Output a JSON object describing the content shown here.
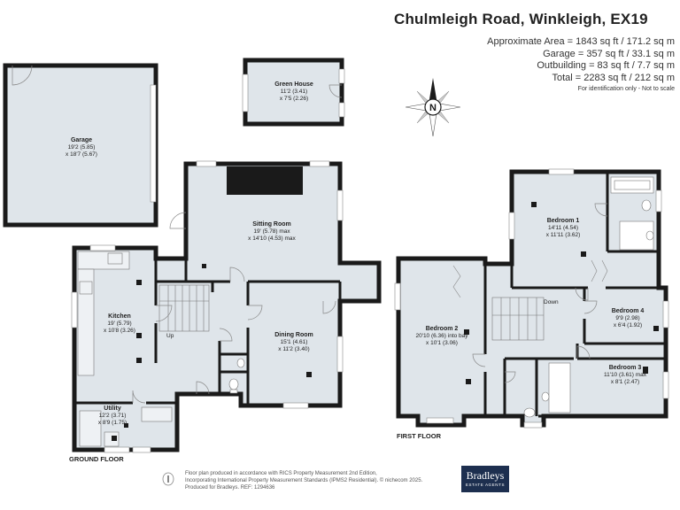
{
  "header": {
    "title": "Chulmleigh Road, Winkleigh, EX19",
    "areas": [
      "Approximate Area = 1843 sq ft / 171.2 sq m",
      "Garage = 357 sq ft / 33.1 sq m",
      "Outbuilding = 83 sq ft / 7.7 sq m",
      "Total = 2283 sq ft / 212 sq m"
    ],
    "note": "For identification only - Not to scale"
  },
  "compass": {
    "label": "N"
  },
  "rooms": {
    "garage": {
      "name": "Garage",
      "dim1": "19'2 (5.85)",
      "dim2": "x 18'7 (5.67)"
    },
    "green_house": {
      "name": "Green House",
      "dim1": "11'2 (3.41)",
      "dim2": "x 7'5 (2.26)"
    },
    "sitting_room": {
      "name": "Sitting Room",
      "dim1": "19' (5.78) max",
      "dim2": "x 14'10 (4.53) max"
    },
    "kitchen": {
      "name": "Kitchen",
      "dim1": "19' (5.79)",
      "dim2": "x 10'8 (3.26)"
    },
    "dining_room": {
      "name": "Dining Room",
      "dim1": "15'1 (4.61)",
      "dim2": "x 11'2 (3.40)"
    },
    "utility": {
      "name": "Utility",
      "dim1": "12'2 (3.71)",
      "dim2": "x 8'9 (1.75)"
    },
    "bedroom1": {
      "name": "Bedroom 1",
      "dim1": "14'11 (4.54)",
      "dim2": "x 11'11 (3.62)"
    },
    "bedroom2": {
      "name": "Bedroom 2",
      "dim1": "20'10 (6.36) into bay",
      "dim2": "x 10'1 (3.06)"
    },
    "bedroom3": {
      "name": "Bedroom 3",
      "dim1": "11'10 (3.61) max",
      "dim2": "x 8'1 (2.47)"
    },
    "bedroom4": {
      "name": "Bedroom 4",
      "dim1": "9'9 (2.98)",
      "dim2": "x 6'4 (1.92)"
    }
  },
  "labels": {
    "up": "Up",
    "down": "Down"
  },
  "floors": {
    "ground": "GROUND FLOOR",
    "first": "FIRST FLOOR"
  },
  "footer": {
    "line1": "Floor plan produced in accordance with RICS Property Measurement 2nd Edition,",
    "line2": "Incorporating International Property Measurement Standards (IPMS2 Residential).  © nichecom 2025.",
    "line3": "Produced for Bradleys.    REF: 1294636"
  },
  "logo": {
    "name": "Bradleys",
    "tagline": "ESTATE AGENTS"
  },
  "colors": {
    "wall": "#1a1a1a",
    "floor": "#dfe5ea",
    "fireplace": "#1a1a1a",
    "logo_bg": "#1d2f4f"
  }
}
